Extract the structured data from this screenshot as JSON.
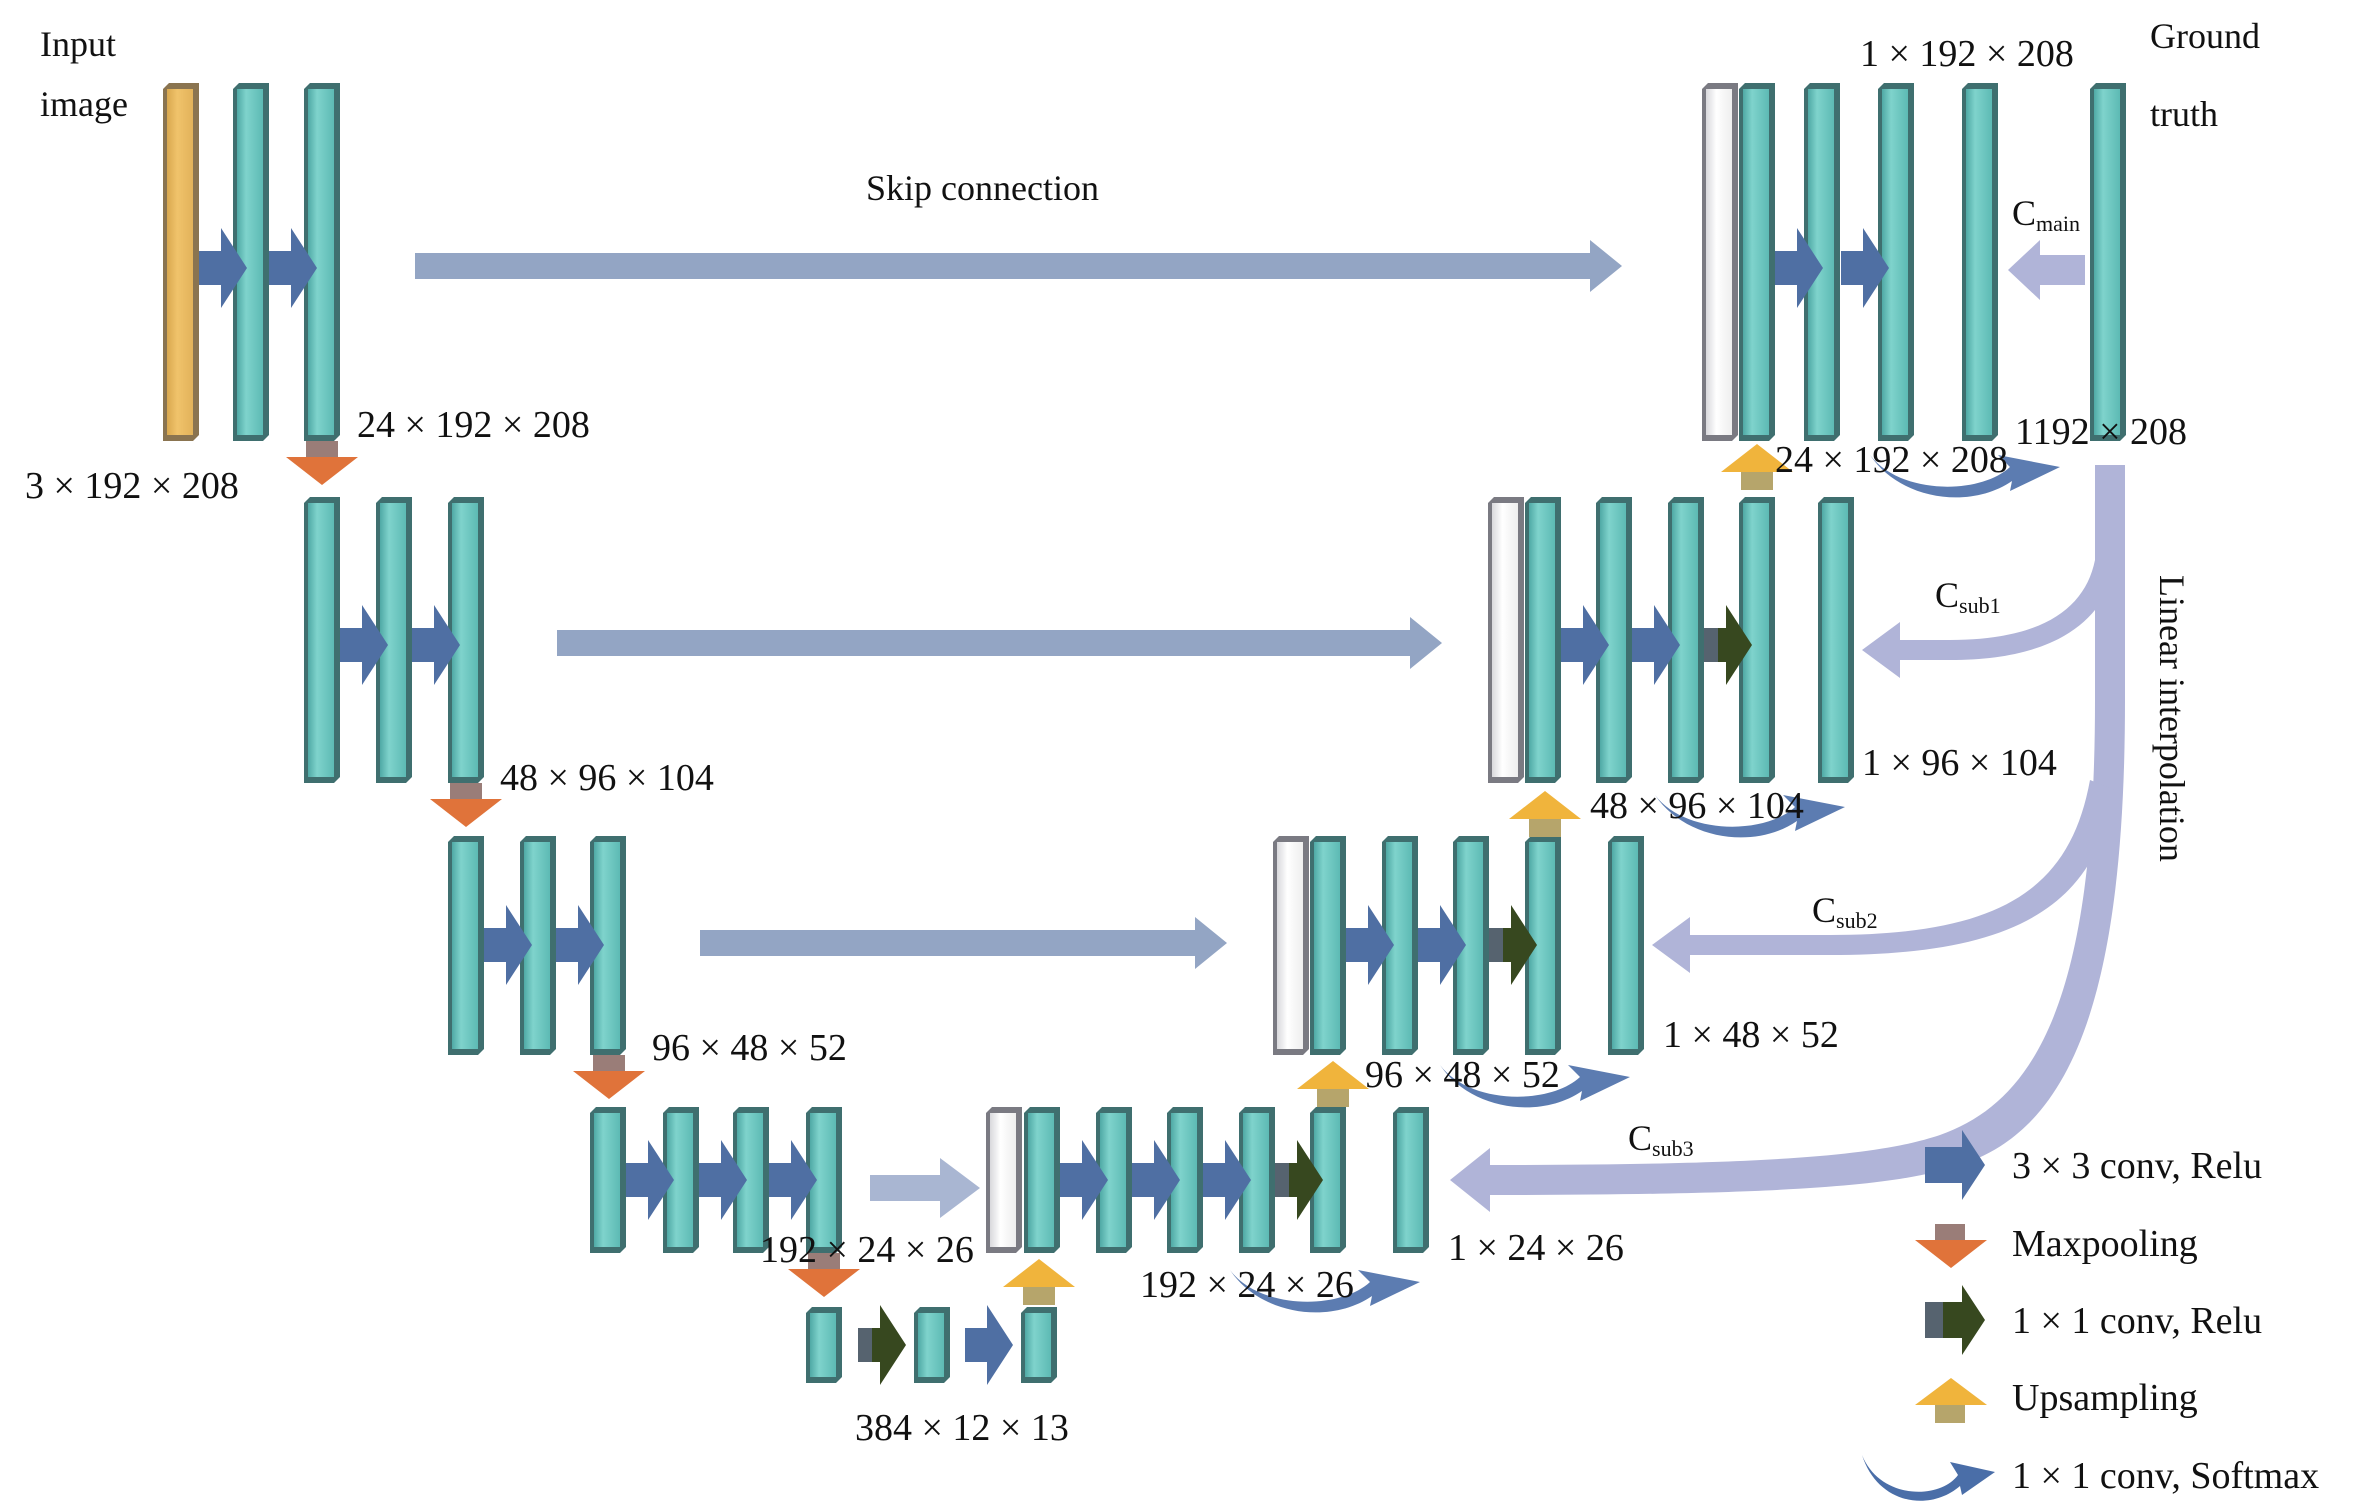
{
  "labels": {
    "input_image_line1": "Input",
    "input_image_line2": "image",
    "ground_truth_line1": "Ground",
    "ground_truth_line2": "truth",
    "skip_connection": "Skip connection",
    "linear_interpolation": "Linear interpolation"
  },
  "dimensions": {
    "input": "3 × 192 × 208",
    "enc1": "24 × 192 × 208",
    "enc2": "48 × 96 × 104",
    "enc3": "96 × 48 × 52",
    "enc4": "192 × 24 × 26",
    "bottleneck": "384 × 12 × 13",
    "dec4": "192 × 24 × 26",
    "dec3": "96 × 48 × 52",
    "dec2": "48 × 96 × 104",
    "dec1": "24 × 192 × 208",
    "out_main": "1 × 192 × 208",
    "gt": "1192 × 208",
    "out_sub1": "1 × 96 × 104",
    "out_sub2": "1 × 48 × 52",
    "out_sub3": "1 × 24 × 26"
  },
  "losses": {
    "main": {
      "base": "C",
      "sub": "main"
    },
    "sub1": {
      "base": "C",
      "sub": "sub1"
    },
    "sub2": {
      "base": "C",
      "sub": "sub2"
    },
    "sub3": {
      "base": "C",
      "sub": "sub3"
    }
  },
  "legend": [
    {
      "icon": "conv3x3-arrow-icon",
      "label": "3 × 3 conv, Relu",
      "color": "#4f6fa3"
    },
    {
      "icon": "maxpool-arrow-icon",
      "label": "Maxpooling",
      "color": "#e0733a"
    },
    {
      "icon": "conv1x1-arrow-icon",
      "label": "1 × 1 conv, Relu",
      "color": "#37481f"
    },
    {
      "icon": "upsampling-arrow-icon",
      "label": "Upsampling",
      "color": "#f0b43c"
    },
    {
      "icon": "softmax-curved-arrow-icon",
      "label": "1 × 1 conv, Softmax",
      "color": "#4a6ea8"
    }
  ],
  "colors": {
    "feature_map": "#6cc7c0",
    "feature_map_edge": "#3f6f6f",
    "input_map": "#e9b95c",
    "concat_map": "#ffffff",
    "skip_arrow": "#93a5c4",
    "interp_arrow": "#b0b4d8"
  }
}
